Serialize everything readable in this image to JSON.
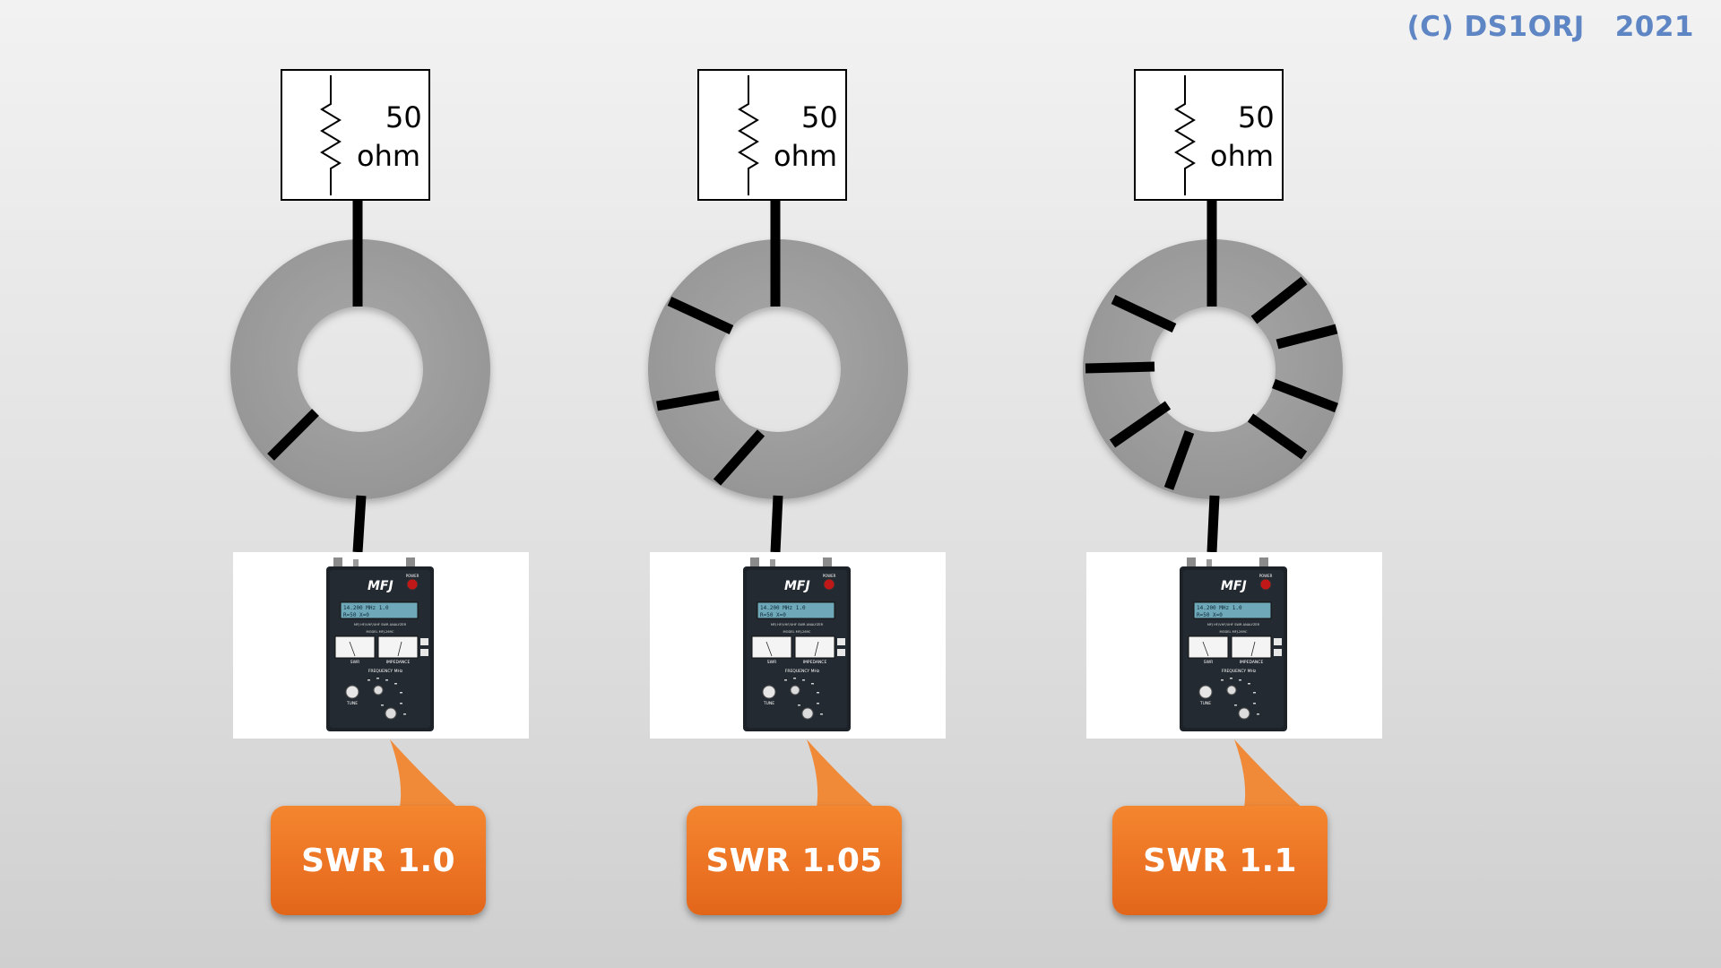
{
  "copyright": "(C) DS1ORJ   2021",
  "resistor": {
    "value": "50",
    "unit": "ohm"
  },
  "analyzer": {
    "brand": "MFJ",
    "power_label": "POWER",
    "model_lines": [
      "MFJ HF/VHF/UHF SWR ANALYZER",
      "MODEL MFJ-269C"
    ],
    "lcd_line1": "14.200 MHz 1.0",
    "lcd_line2": "R=50 X=0",
    "meter_labels": [
      "SWR",
      "IMPEDANCE"
    ],
    "freq_label": "FREQUENCY MHz",
    "tune_label": "TUNE"
  },
  "setups": [
    {
      "swr_label": "SWR 1.0"
    },
    {
      "swr_label": "SWR 1.05"
    },
    {
      "swr_label": "SWR 1.1"
    }
  ],
  "colors": {
    "callout": "#ec7424",
    "toroid": "#a0a0a0",
    "wire": "#000000",
    "copyright": "#5f86c4"
  }
}
